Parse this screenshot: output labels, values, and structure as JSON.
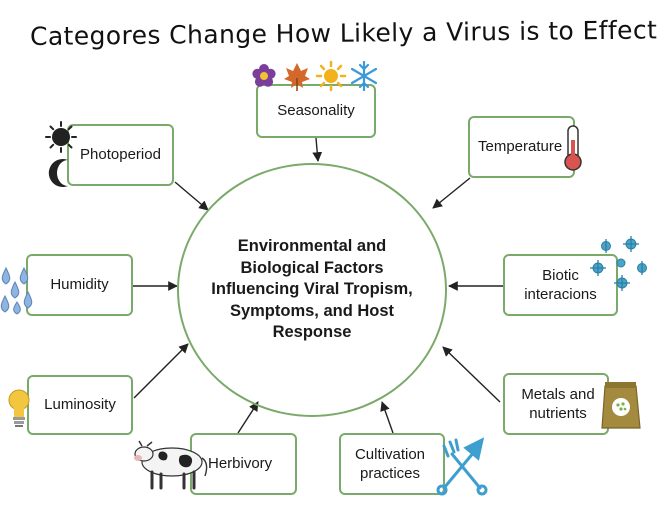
{
  "title": "Categores Change How Likely a Virus is to Effect",
  "center_label": "Environmental and Biological Factors Influencing Viral Tropism, Symptoms, and Host Response",
  "factors": {
    "seasonality": "Seasonality",
    "photoperiod": "Photoperiod",
    "temperature": "Temperature",
    "humidity": "Humidity",
    "biotic": "Biotic interacions",
    "luminosity": "Luminosity",
    "metals": "Metals and nutrients",
    "herbivory": "Herbivory",
    "cultivation": "Cultivation practices"
  },
  "colors": {
    "box_border": "#7aaa6a",
    "arrow": "#222222",
    "virus": "#4aa3c8",
    "flower": "#7b3f9b",
    "leaf": "#d4672a",
    "sun": "#f1b21b",
    "snowflake": "#3b99d8",
    "thermometer": "#d9534f",
    "droplet": "#8fb4e0",
    "bulb": "#f3c63f",
    "soil_bag": "#a38a3f",
    "tools": "#3d9fcf"
  },
  "icons": [
    "flower-icon",
    "leaf-icon",
    "sun-icon",
    "snowflake-icon",
    "moon-sun-icon",
    "thermometer-icon",
    "droplets-icon",
    "virus-icon",
    "lightbulb-icon",
    "fertilizer-bag-icon",
    "cow-icon",
    "garden-tools-icon"
  ]
}
